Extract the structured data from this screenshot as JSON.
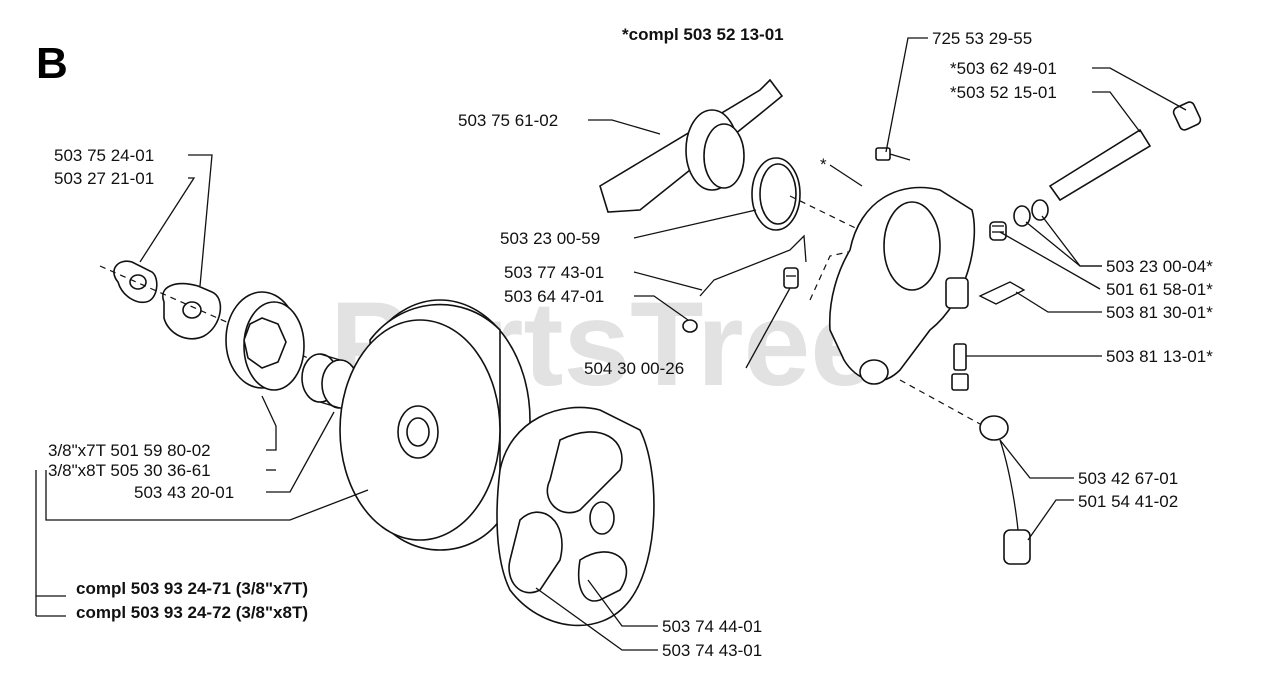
{
  "section_letter": "B",
  "watermark": "PartsTree",
  "header_assembly": "*compl 503 52 13-01",
  "labels": {
    "l1": "725 53 29-55",
    "l2": "*503 62 49-01",
    "l3": "*503 52 15-01",
    "l4": "503 75 61-02",
    "l5": "503 75 24-01",
    "l6": "503 27 21-01",
    "l7": "503 23 00-59",
    "l8": "503 77 43-01",
    "l9": "503 64 47-01",
    "l10": "503 23 00-04*",
    "l11": "501 61 58-01*",
    "l12": "503 81 30-01*",
    "l13": "503 81 13-01*",
    "l14": "504 30 00-26",
    "l15": "3/8\"x7T 501 59 80-02",
    "l16": "3/8\"x8T 505 30 36-61",
    "l17": "503 43 20-01",
    "l18": "503 42 67-01",
    "l19": "501 54 41-02",
    "l20": "503 74 44-01",
    "l21": "503 74 43-01",
    "star": "*"
  },
  "assemblies": {
    "a1": "compl 503 93 24-71 (3/8\"x7T)",
    "a2": "compl 503 93 24-72 (3/8\"x8T)"
  }
}
